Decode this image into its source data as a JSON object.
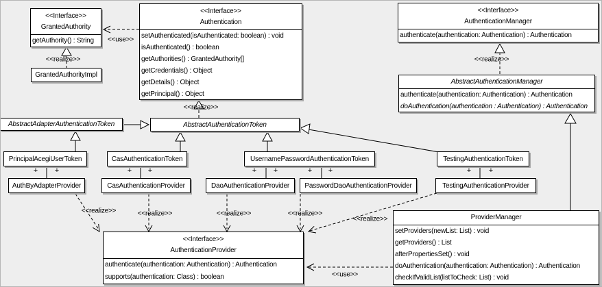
{
  "diagram": {
    "background_color": "#eeeeee",
    "box_fill_color": "#ffffff",
    "line_color": "#000000",
    "shadow_color": "#a8a8a8"
  },
  "labels": {
    "use": "<<use>>",
    "realize": "<<realize>>",
    "plus": "+"
  },
  "classes": {
    "granted_authority": {
      "stereotype": "<<Interface>>",
      "name": "GrantedAuthority",
      "methods": [
        "getAuthority() : String"
      ]
    },
    "granted_authority_impl": {
      "name": "GrantedAuthorityImpl"
    },
    "authentication": {
      "stereotype": "<<Interface>>",
      "name": "Authentication",
      "methods": [
        "setAuthenticated(isAuthenticated: boolean) : void",
        "isAuthenticated() : boolean",
        "getAuthorities() : GrantedAuthority[]",
        "getCredentials() : Object",
        "getDetails() : Object",
        "getPrincipal() : Object"
      ]
    },
    "authentication_manager": {
      "stereotype": "<<Interface>>",
      "name": "AuthenticationManager",
      "methods": [
        "authenticate(authentication: Authentication) : Authentication"
      ]
    },
    "abstract_authentication_manager": {
      "name": "AbstractAuthenticationManager",
      "methods": [
        "authenticate(authentication: Authentication) : Authentication",
        "doAuthentication(authentication : Authentication) : Authentication"
      ]
    },
    "abstract_adapter_authentication_token": {
      "name": "AbstractAdapterAuthenticationToken"
    },
    "abstract_authentication_token": {
      "name": "AbstractAuthenticationToken"
    },
    "principal_acegi_user_token": {
      "name": "PrincipalAcegiUserToken"
    },
    "cas_authentication_token": {
      "name": "CasAuthenticationToken"
    },
    "username_password_authentication_token": {
      "name": "UsernamePasswordAuthenticationToken"
    },
    "testing_authentication_token": {
      "name": "TestingAuthenticationToken"
    },
    "auth_by_adapter_provider": {
      "name": "AuthByAdapterProvider"
    },
    "cas_authentication_provider": {
      "name": "CasAuthenticationProvider"
    },
    "dao_authentication_provider": {
      "name": "DaoAuthenticationProvider"
    },
    "password_dao_authentication_provider": {
      "name": "PasswordDaoAuthenticationProvider"
    },
    "testing_authentication_provider": {
      "name": "TestingAuthenticationProvider"
    },
    "provider_manager": {
      "name": "ProviderManager",
      "methods": [
        "setProviders(newList: List) : void",
        "getProviders() : List",
        "afterPropertiesSet() : void",
        "doAuthentication(authentication: Authentication) : Authentication",
        "checkIfValidList(listToCheck: List) : void"
      ]
    },
    "authentication_provider": {
      "stereotype": "<<Interface>>",
      "name": "AuthenticationProvider",
      "methods": [
        "authenticate(authentication: Authentication) : Authentication",
        "supports(authentication: Class) : boolean"
      ]
    }
  }
}
